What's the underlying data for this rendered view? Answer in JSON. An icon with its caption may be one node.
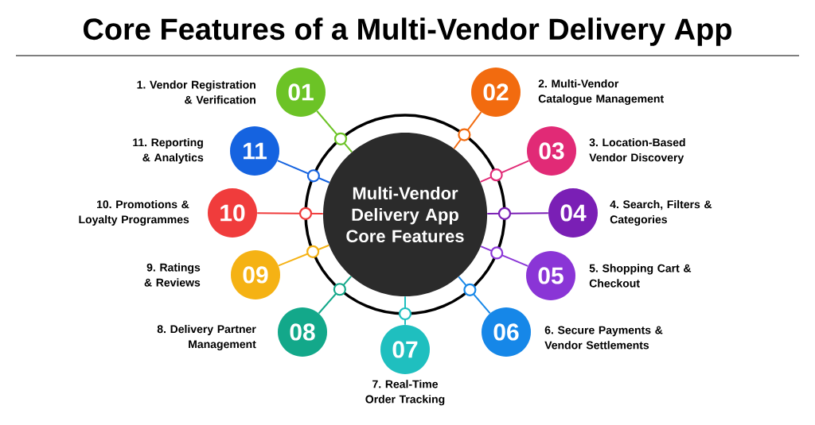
{
  "diagram": {
    "title": "Core Features of a Multi-Vendor Delivery App",
    "nodes": [
      {
        "text": [
          "Multi-Vendor Delivery App Core Features"
        ]
      },
      {
        "text": [
          "01"
        ],
        "beside": [
          "1. Vendor Registration & Verification"
        ]
      },
      {
        "text": [
          "02"
        ],
        "beside": [
          "2. Multi-Vendor Catalogue Management"
        ]
      },
      {
        "text": [
          "03"
        ],
        "beside": [
          "3. Location-Based Vendor Discovery"
        ]
      },
      {
        "text": [
          "04"
        ],
        "beside": [
          "4. Search, Filters & Categories"
        ]
      },
      {
        "text": [
          "05"
        ],
        "beside": [
          "5. Shopping Cart & Checkout"
        ]
      },
      {
        "text": [
          "06"
        ],
        "beside": [
          "6. Secure Payments & Vendor Settlements"
        ]
      },
      {
        "text": [
          "07"
        ],
        "beside": [
          "7. Real-Time Order Tracking"
        ]
      },
      {
        "text": [
          "08"
        ],
        "beside": [
          "8. Delivery Partner Management"
        ]
      },
      {
        "text": [
          "09"
        ],
        "beside": [
          "9. Ratings & Reviews"
        ]
      },
      {
        "text": [
          "10"
        ],
        "beside": [
          "10. Promotions & Loyalty Programmes"
        ]
      },
      {
        "text": [
          "11"
        ],
        "beside": [
          "11. Reporting & Analytics"
        ]
      }
    ],
    "edges": [
      {
        "from": 0,
        "to": 1,
        "arrow": "other",
        "color": "#6cc326"
      },
      {
        "from": 0,
        "to": 2,
        "arrow": "other",
        "color": "#f26b0f"
      },
      {
        "from": 0,
        "to": 3,
        "arrow": "other",
        "color": "#e12a76"
      },
      {
        "from": 0,
        "to": 4,
        "arrow": "other",
        "color": "#7a1fb5"
      },
      {
        "from": 0,
        "to": 5,
        "arrow": "other",
        "color": "#8a35d6"
      },
      {
        "from": 0,
        "to": 6,
        "arrow": "other",
        "color": "#1687e8"
      },
      {
        "from": 0,
        "to": 7,
        "arrow": "other",
        "color": "#1fbfbf"
      },
      {
        "from": 0,
        "to": 8,
        "arrow": "other",
        "color": "#13a88a"
      },
      {
        "from": 0,
        "to": 9,
        "arrow": "other",
        "color": "#f5b214"
      },
      {
        "from": 0,
        "to": 10,
        "arrow": "other",
        "color": "#f03c3c"
      },
      {
        "from": 0,
        "to": 11,
        "arrow": "other",
        "color": "#1563e0"
      }
    ]
  }
}
